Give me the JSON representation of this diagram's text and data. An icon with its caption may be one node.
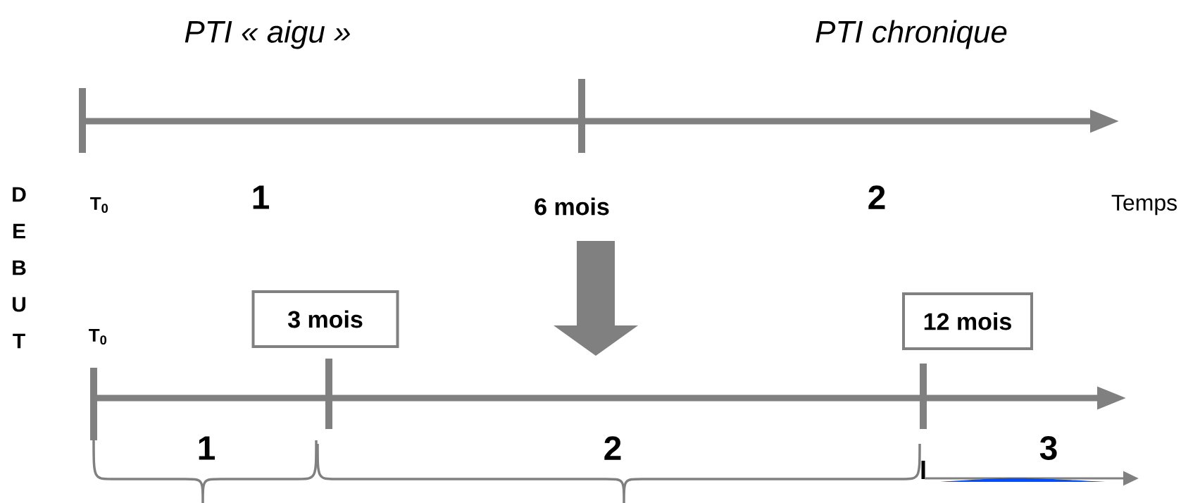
{
  "diagram": {
    "nodes": [
      {
        "text": [
          "3 mois"
        ]
      },
      {
        "text": [
          "12 mois"
        ]
      }
    ],
    "labels": [
      "PTI « aigu »",
      "PTI chronique",
      "D E B U T",
      "T$_{0}$",
      "1",
      "6 mois",
      "2",
      "Temps",
      "T$_{0}$",
      "1",
      "2",
      "3"
    ]
  }
}
